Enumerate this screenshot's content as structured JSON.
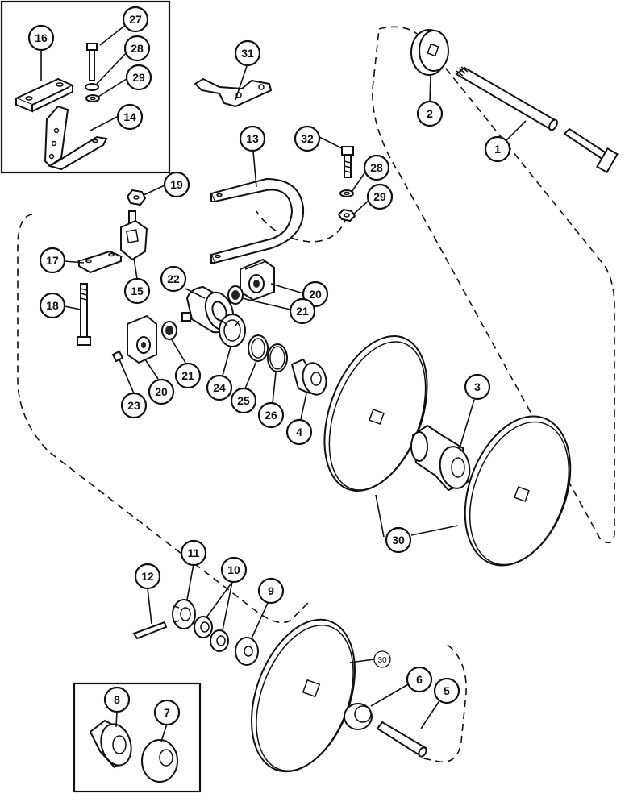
{
  "callouts": [
    {
      "id": "c16",
      "label": "16"
    },
    {
      "id": "c27",
      "label": "27"
    },
    {
      "id": "c28a",
      "label": "28"
    },
    {
      "id": "c29a",
      "label": "29"
    },
    {
      "id": "c14",
      "label": "14"
    },
    {
      "id": "c31",
      "label": "31"
    },
    {
      "id": "c2",
      "label": "2"
    },
    {
      "id": "c1",
      "label": "1"
    },
    {
      "id": "c13",
      "label": "13"
    },
    {
      "id": "c32",
      "label": "32"
    },
    {
      "id": "c28b",
      "label": "28"
    },
    {
      "id": "c29b",
      "label": "29"
    },
    {
      "id": "c19",
      "label": "19"
    },
    {
      "id": "c17",
      "label": "17"
    },
    {
      "id": "c15",
      "label": "15"
    },
    {
      "id": "c22",
      "label": "22"
    },
    {
      "id": "c20a",
      "label": "20"
    },
    {
      "id": "c21a",
      "label": "21"
    },
    {
      "id": "c18",
      "label": "18"
    },
    {
      "id": "c20b",
      "label": "20"
    },
    {
      "id": "c21b",
      "label": "21"
    },
    {
      "id": "c23",
      "label": "23"
    },
    {
      "id": "c24",
      "label": "24"
    },
    {
      "id": "c25",
      "label": "25"
    },
    {
      "id": "c26",
      "label": "26"
    },
    {
      "id": "c4",
      "label": "4"
    },
    {
      "id": "c3",
      "label": "3"
    },
    {
      "id": "c30a",
      "label": "30"
    },
    {
      "id": "c11",
      "label": "11"
    },
    {
      "id": "c10",
      "label": "10"
    },
    {
      "id": "c12",
      "label": "12"
    },
    {
      "id": "c9",
      "label": "9"
    },
    {
      "id": "c30b",
      "label": "30"
    },
    {
      "id": "c6",
      "label": "6"
    },
    {
      "id": "c5",
      "label": "5"
    },
    {
      "id": "c8",
      "label": "8"
    },
    {
      "id": "c7",
      "label": "7"
    }
  ]
}
